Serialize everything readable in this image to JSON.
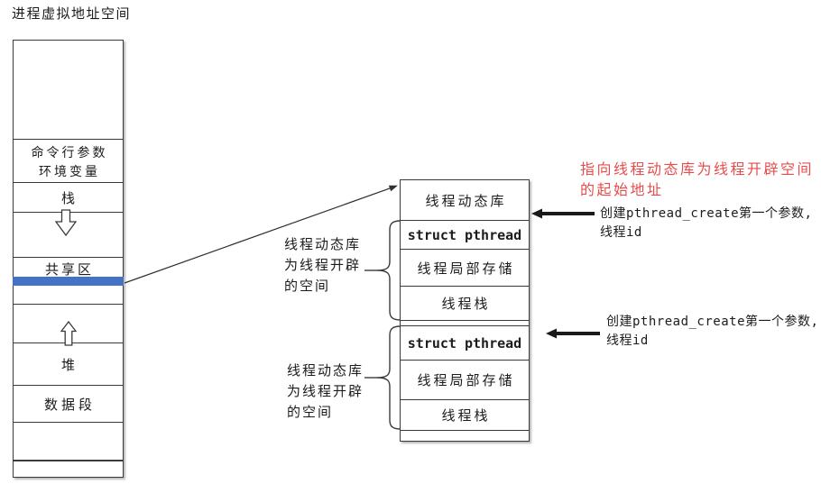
{
  "colors": {
    "highlight_blue": "#4472C4",
    "annotation_red": "#E84C4C",
    "line": "#3a3a3a"
  },
  "address_space": {
    "title": "进程虚拟地址空间",
    "segments": [
      {
        "name": "reserved-top",
        "lines": []
      },
      {
        "name": "cmdline-env",
        "lines": [
          "命令行参数",
          "环境变量"
        ]
      },
      {
        "name": "stack",
        "lines": [
          "栈"
        ]
      },
      {
        "name": "stack-growth",
        "lines": [],
        "icon": "down-arrow"
      },
      {
        "name": "shared-area",
        "lines": [
          "共享区"
        ],
        "highlight": "#4472C4"
      },
      {
        "name": "heap-growth",
        "lines": [],
        "icon": "up-arrow"
      },
      {
        "name": "heap",
        "lines": [
          "堆"
        ]
      },
      {
        "name": "data-segment",
        "lines": [
          "数据段"
        ]
      },
      {
        "name": "reserved-bottom",
        "lines": []
      },
      {
        "name": "reserved-bottom-2",
        "lines": []
      }
    ]
  },
  "thread_block": {
    "rows": [
      {
        "name": "thread-dynamic-lib",
        "label": "线程动态库"
      },
      {
        "name": "struct-pthread-1",
        "label": "struct pthread"
      },
      {
        "name": "thread-local-storage-1",
        "label": "线程局部存储"
      },
      {
        "name": "thread-stack-1",
        "label": "线程栈"
      },
      {
        "name": "spacer-1",
        "label": ""
      },
      {
        "name": "struct-pthread-2",
        "label": "struct pthread"
      },
      {
        "name": "thread-local-storage-2",
        "label": "线程局部存储"
      },
      {
        "name": "thread-stack-2",
        "label": "线程栈"
      },
      {
        "name": "spacer-2",
        "label": ""
      }
    ]
  },
  "brace_notes": [
    {
      "lines": [
        "线程动态库",
        "为线程开辟",
        "的空间"
      ]
    },
    {
      "lines": [
        "线程动态库",
        "为线程开辟",
        "的空间"
      ]
    }
  ],
  "annotations": {
    "start_address_note": {
      "lines": [
        "指向线程动态库为线程开辟空间",
        "的起始地址"
      ]
    },
    "pthread_create_note_1": {
      "lines": [
        "创建pthread_create第一个参数,",
        "线程id"
      ]
    },
    "pthread_create_note_2": {
      "lines": [
        "创建pthread_create第一个参数,",
        "线程id"
      ]
    }
  }
}
